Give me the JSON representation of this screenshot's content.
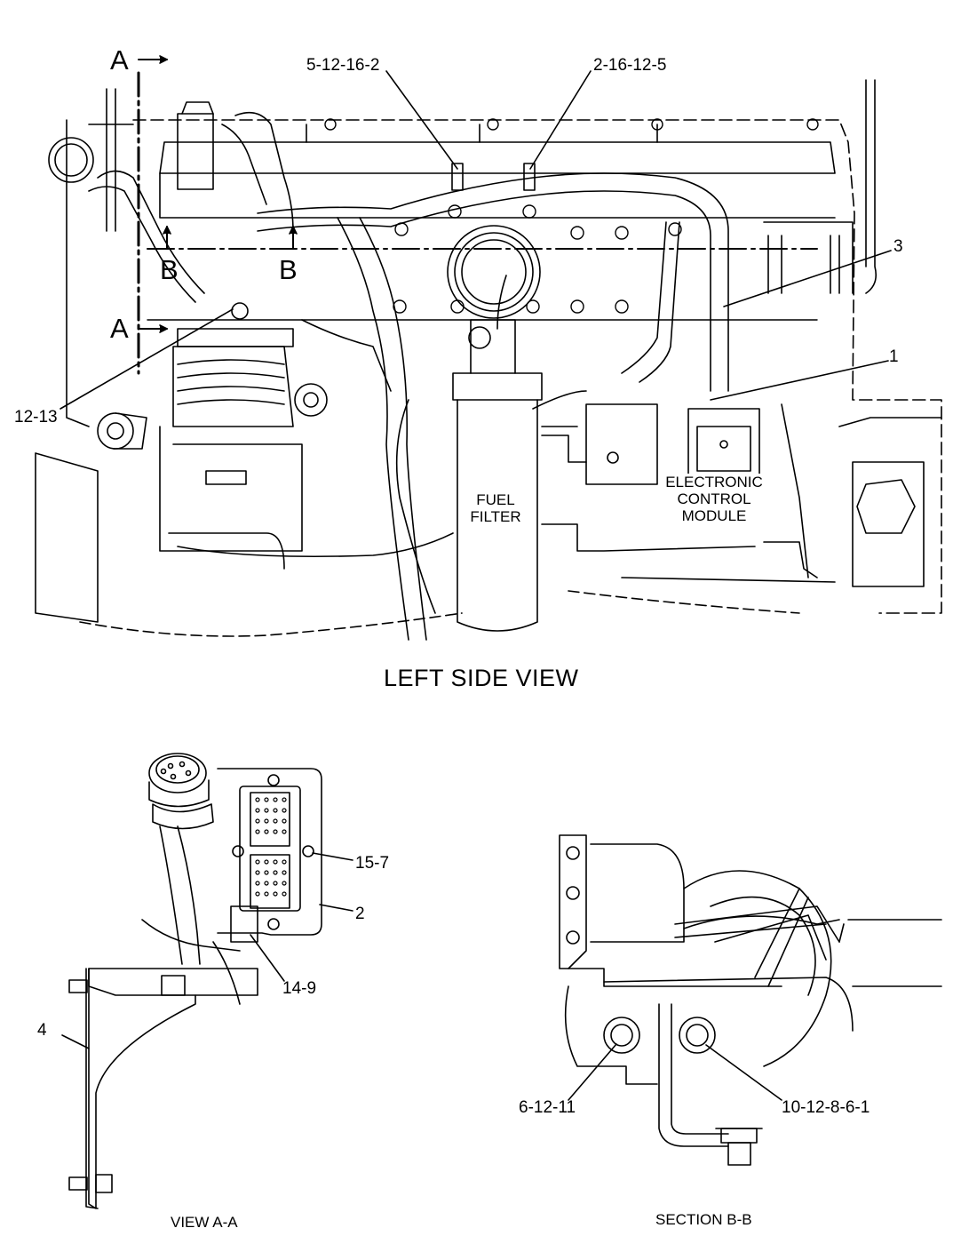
{
  "main_view": {
    "title": "LEFT SIDE VIEW",
    "section_marks": {
      "a_top": "A",
      "a_bottom": "A",
      "b_left": "B",
      "b_right": "B"
    },
    "callouts": {
      "c_5_12_16_2": "5-12-16-2",
      "c_2_16_12_5": "2-16-12-5",
      "c_3": "3",
      "c_1": "1",
      "c_12_13": "12-13"
    },
    "component_labels": {
      "fuel_filter": [
        "FUEL",
        "FILTER"
      ],
      "ecm": [
        "ELECTRONIC",
        "CONTROL",
        "MODULE"
      ]
    }
  },
  "view_a": {
    "title": "VIEW A-A",
    "callouts": {
      "c_15_7": "15-7",
      "c_2": "2",
      "c_14_9": "14-9",
      "c_4": "4"
    }
  },
  "section_b": {
    "title": "SECTION B-B",
    "callouts": {
      "c_6_12_11": "6-12-11",
      "c_10_12_8_6_1": "10-12-8-6-1"
    }
  }
}
